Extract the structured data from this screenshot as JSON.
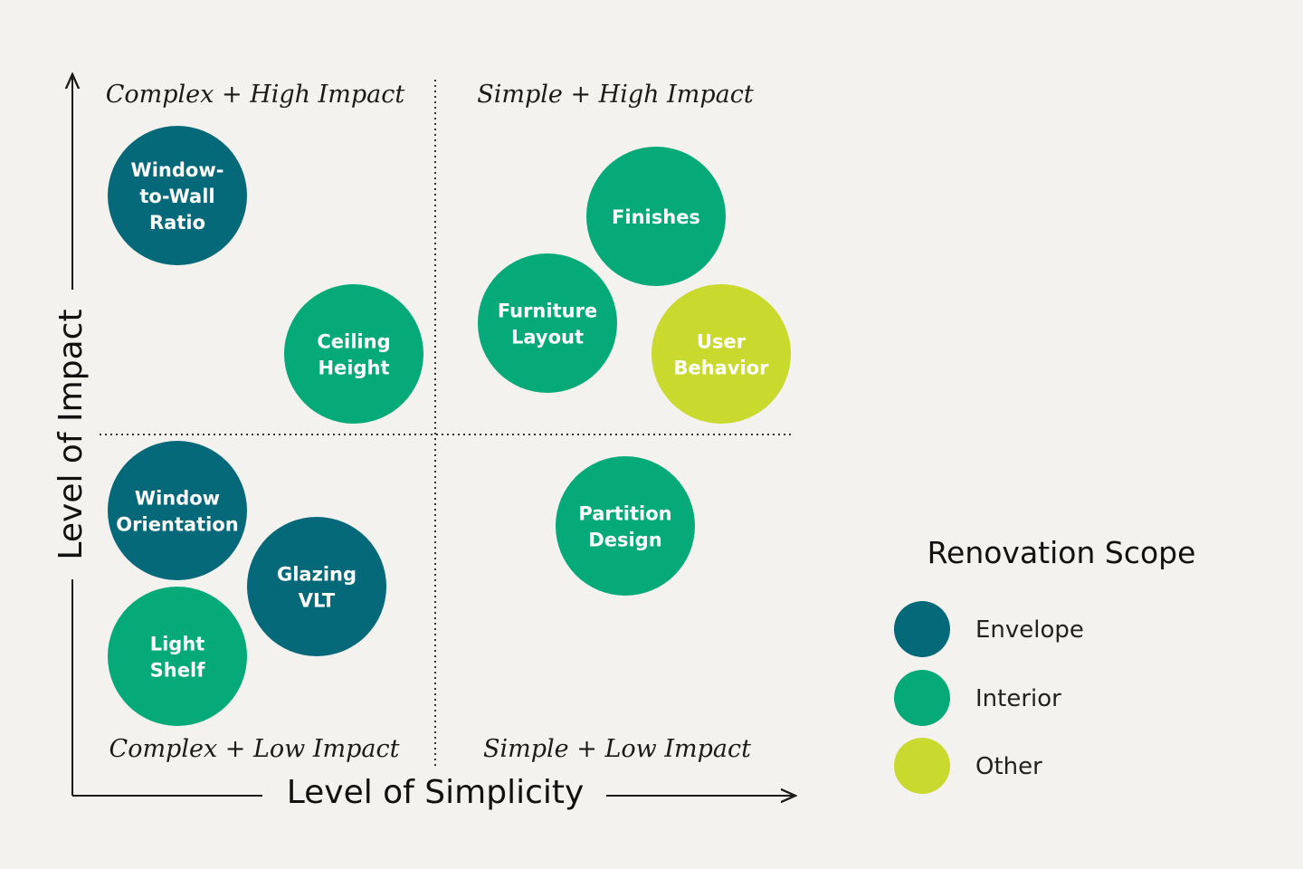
{
  "colors": {
    "envelope": "#06697a",
    "interior": "#05aa78",
    "other": "#c9d92e",
    "axis": "#1a1a1a",
    "background": "#f3f2ee"
  },
  "axes": {
    "y_label": "Level of Impact",
    "x_label": "Level of Simplicity"
  },
  "quadrants": {
    "top_left": "Complex + High Impact",
    "top_right": "Simple + High Impact",
    "bottom_left": "Complex + Low Impact",
    "bottom_right": "Simple + Low Impact"
  },
  "bubbles": [
    {
      "id": "window-to-wall-ratio",
      "lines": [
        "Window-",
        "to-Wall",
        "Ratio"
      ],
      "category": "envelope"
    },
    {
      "id": "ceiling-height",
      "lines": [
        "Ceiling",
        "Height"
      ],
      "category": "interior"
    },
    {
      "id": "finishes",
      "lines": [
        "Finishes"
      ],
      "category": "interior"
    },
    {
      "id": "furniture-layout",
      "lines": [
        "Furniture",
        "Layout"
      ],
      "category": "interior"
    },
    {
      "id": "user-behavior",
      "lines": [
        "User",
        "Behavior"
      ],
      "category": "other"
    },
    {
      "id": "window-orientation",
      "lines": [
        "Window",
        "Orientation"
      ],
      "category": "envelope"
    },
    {
      "id": "glazing-vlt",
      "lines": [
        "Glazing",
        "VLT"
      ],
      "category": "envelope"
    },
    {
      "id": "light-shelf",
      "lines": [
        "Light",
        "Shelf"
      ],
      "category": "interior"
    },
    {
      "id": "partition-design",
      "lines": [
        "Partition",
        "Design"
      ],
      "category": "interior"
    }
  ],
  "legend": {
    "title": "Renovation Scope",
    "items": [
      {
        "label": "Envelope",
        "category": "envelope"
      },
      {
        "label": "Interior",
        "category": "interior"
      },
      {
        "label": "Other",
        "category": "other"
      }
    ]
  }
}
